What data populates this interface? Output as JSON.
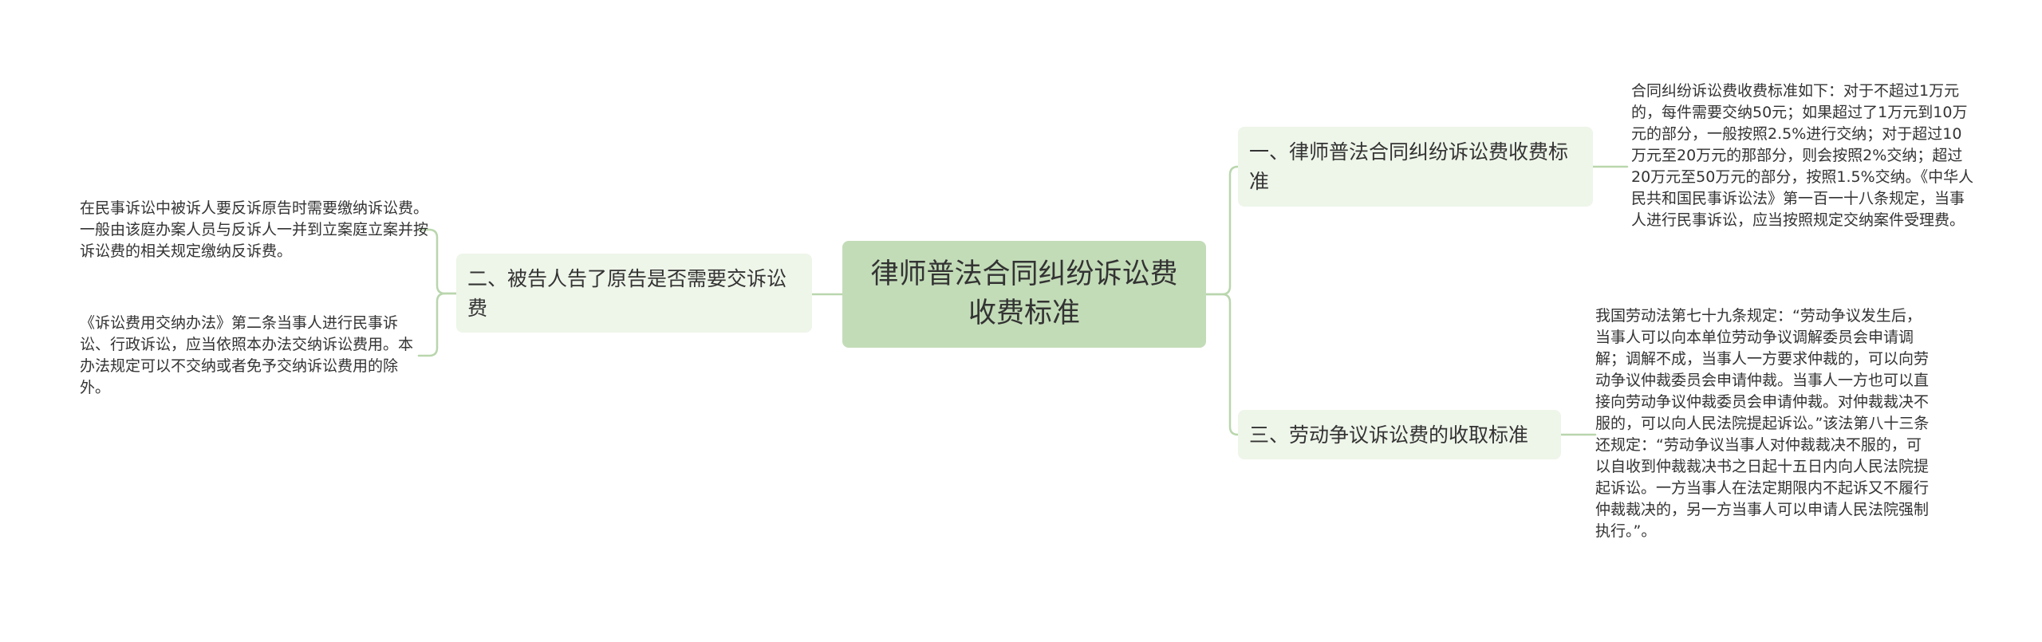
{
  "center": {
    "label": "律师普法合同纠纷诉讼费收费标准"
  },
  "branches": [
    {
      "label": "一、律师普法合同纠纷诉讼费收费标准",
      "leaves": [
        "合同纠纷诉讼费收费标准如下：对于不超过1万元的，每件需要交纳50元；如果超过了1万元到10万元的部分，一般按照2.5%进行交纳；对于超过10万元至20万元的那部分，则会按照2%交纳；超过20万元至50万元的部分，按照1.5%交纳。《中华人民共和国民事诉讼法》第一百一十八条规定，当事人进行民事诉讼，应当按照规定交纳案件受理费。"
      ]
    },
    {
      "label": "二、被告人告了原告是否需要交诉讼费",
      "leaves": [
        "在民事诉讼中被诉人要反诉原告时需要缴纳诉讼费。一般由该庭办案人员与反诉人一并到立案庭立案并按诉讼费的相关规定缴纳反诉费。",
        "《诉讼费用交纳办法》第二条当事人进行民事诉讼、行政诉讼，应当依照本办法交纳诉讼费用。本办法规定可以不交纳或者免予交纳诉讼费用的除外。"
      ]
    },
    {
      "label": "三、劳动争议诉讼费的收取标准",
      "leaves": [
        "我国劳动法第七十九条规定：“劳动争议发生后，当事人可以向本单位劳动争议调解委员会申请调解；调解不成，当事人一方要求仲裁的，可以向劳动争议仲裁委员会申请仲裁。当事人一方也可以直接向劳动争议仲裁委员会申请仲裁。对仲裁裁决不服的，可以向人民法院提起诉讼。”该法第八十三条还规定：“劳动争议当事人对仲裁裁决不服的，可以自收到仲裁裁决书之日起十五日内向人民法院提起诉讼。一方当事人在法定期限内不起诉又不履行仲裁裁决的，另一方当事人可以申请人民法院强制执行。”。"
      ]
    }
  ],
  "colors": {
    "center_fill": "#c3dcb8",
    "branch_fill": "#eef5e9",
    "link": "#b9d6ad"
  }
}
